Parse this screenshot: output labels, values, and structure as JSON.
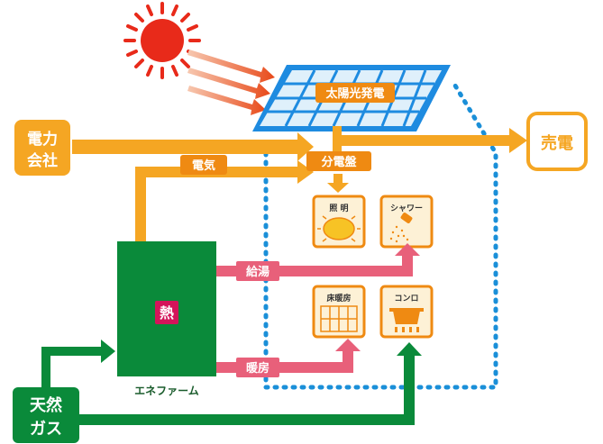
{
  "diagram": {
    "sun_label": "",
    "solar_panel": {
      "label": "太陽光発電"
    },
    "power_company": {
      "label_line1": "電力",
      "label_line2": "会社"
    },
    "sell_power": {
      "label": "売電"
    },
    "distribution_board": {
      "label": "分電盤"
    },
    "electricity": {
      "label": "電気"
    },
    "lighting": {
      "label": "照 明"
    },
    "shower": {
      "label": "シャワー"
    },
    "hot_water": {
      "label": "給湯"
    },
    "floor_heating": {
      "label": "床暖房"
    },
    "stove": {
      "label": "コンロ"
    },
    "heating": {
      "label": "暖房"
    },
    "heat": {
      "label": "熱"
    },
    "enefarm": {
      "label": "エネファーム"
    },
    "natural_gas": {
      "label_line1": "天然",
      "label_line2": "ガス"
    },
    "colors": {
      "orange": "#f5a623",
      "orange_dark": "#ef8a12",
      "green": "#0a8a3a",
      "green_dark": "#066b2b",
      "pink": "#e8607a",
      "red_box": "#d4145a",
      "blue_dot": "#1a8fd8",
      "panel_blue": "#1e8be0"
    }
  }
}
